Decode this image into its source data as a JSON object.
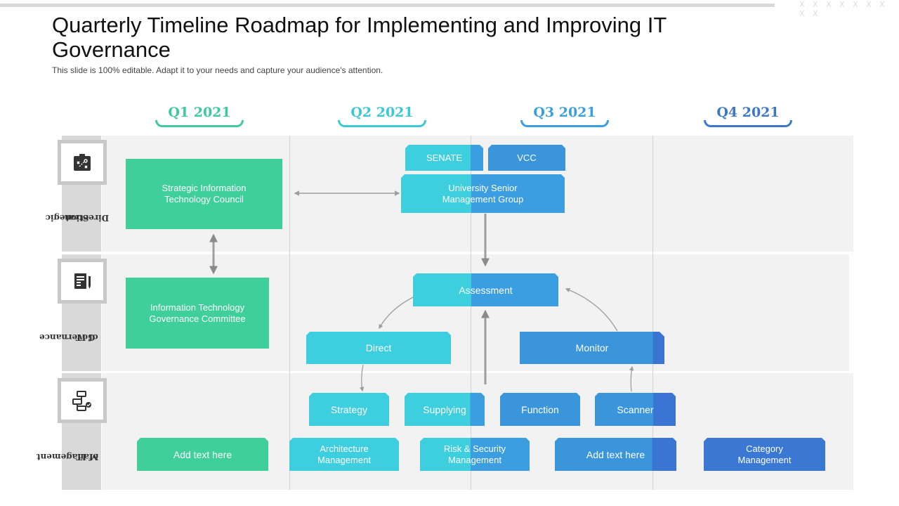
{
  "header": {
    "title": "Quarterly Timeline Roadmap for Implementing and Improving IT Governance",
    "subtitle": "This slide is 100% editable. Adapt it to your needs and capture your audience's attention.",
    "corner_marks": "X X X X X X X X X"
  },
  "quarters": [
    {
      "label": "Q1 2021",
      "color": "#3ec9a2"
    },
    {
      "label": "Q2 2021",
      "color": "#3cc8d4"
    },
    {
      "label": "Q3 2021",
      "color": "#3a9fdc"
    },
    {
      "label": "Q4 2021",
      "color": "#3b78c7"
    }
  ],
  "rows": [
    {
      "label_line1": "Strategic",
      "label_line2": "Direction",
      "icon": "strategy-board-icon"
    },
    {
      "label_line1": "Governance",
      "label_line2": "of IT",
      "icon": "document-list-icon"
    },
    {
      "label_line1": "Management",
      "label_line2": "of IT",
      "icon": "flowchart-icon"
    }
  ],
  "boxes": {
    "senate": "SENATE",
    "vcc": "VCC",
    "sitc": "Strategic Information Technology Council",
    "usmg": "University Senior Management Group",
    "itgc": "Information Technology Governance Committee",
    "assessment": "Assessment",
    "direct": "Direct",
    "monitor": "Monitor",
    "strategy": "Strategy",
    "supplying": "Supplying",
    "function": "Function",
    "scanner": "Scanner",
    "add_text_1": "Add text here",
    "architecture": "Architecture Management",
    "risk_security": "Risk & Security Management",
    "add_text_2": "Add text here",
    "category": "Category Management"
  },
  "colors": {
    "green": "#3ecf9a",
    "cyan": "#3dcfdf",
    "blue": "#3a95db",
    "dark_blue": "#3a78d3",
    "arrow": "#9e9e9e"
  }
}
